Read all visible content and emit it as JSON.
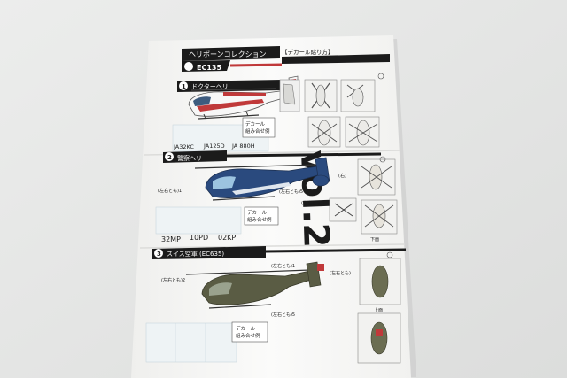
{
  "sheet": {
    "series_title": "ヘリボーンコレクション",
    "model_badge": "EC135",
    "decal_header": "【デカール貼り方】",
    "sections": [
      {
        "number": "1",
        "title": "ドクターヘリ",
        "registrations": [
          "JA32KC",
          "JA125D",
          "JA 880H"
        ],
        "decal_note_line1": "デカール",
        "decal_note_line2": "組み合せ例"
      },
      {
        "number": "2",
        "title": "警察ヘリ",
        "registrations": [
          "32MP",
          "10PD",
          "02KP"
        ],
        "decal_note_line1": "デカール",
        "decal_note_line2": "組み合せ例",
        "callouts": [
          "(左右とも)5",
          "(左右とも)1",
          "(左右とも)1",
          "(右)",
          "(左右とも)"
        ]
      },
      {
        "number": "3",
        "title": "スイス空軍 (EC635)",
        "decal_note_line1": "デカール",
        "decal_note_line2": "組み合せ例",
        "callouts": [
          "(左右とも)1",
          "(左右とも)2",
          "(左右とも)5",
          "(左右とも)"
        ]
      }
    ],
    "view_labels": [
      "下面",
      "上面"
    ],
    "watermark": "vol.2"
  },
  "colors": {
    "paper": "#f6f6f4",
    "ink": "#1b1b1b",
    "police_blue": "#2a4a7e",
    "olive": "#5a5c44",
    "medical_red": "#c0393a"
  }
}
